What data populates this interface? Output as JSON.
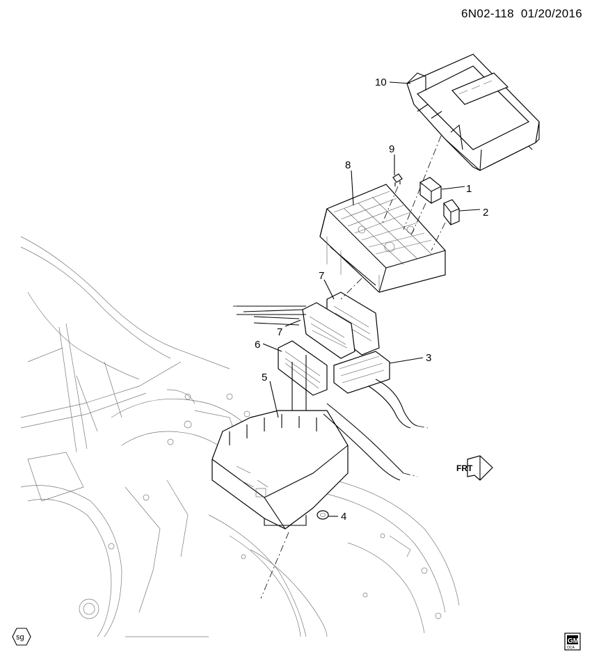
{
  "header": {
    "diagram_code": "6N02-118",
    "date": "01/20/2016"
  },
  "callouts": [
    {
      "number": "1",
      "ref": "relay-large"
    },
    {
      "number": "2",
      "ref": "relay-small"
    },
    {
      "number": "3",
      "ref": "connector-right"
    },
    {
      "number": "4",
      "ref": "nut"
    },
    {
      "number": "5",
      "ref": "bracket"
    },
    {
      "number": "6",
      "ref": "connector-left"
    },
    {
      "number": "7",
      "ref": "connector-upper"
    },
    {
      "number": "7",
      "ref": "connector-upper"
    },
    {
      "number": "8",
      "ref": "fuse-block"
    },
    {
      "number": "9",
      "ref": "fuse"
    },
    {
      "number": "10",
      "ref": "cover"
    }
  ],
  "direction_label": "FRT",
  "footer": {
    "sg_mark": "sg",
    "brand_mark": "GM",
    "brand_sub": "OCA"
  }
}
